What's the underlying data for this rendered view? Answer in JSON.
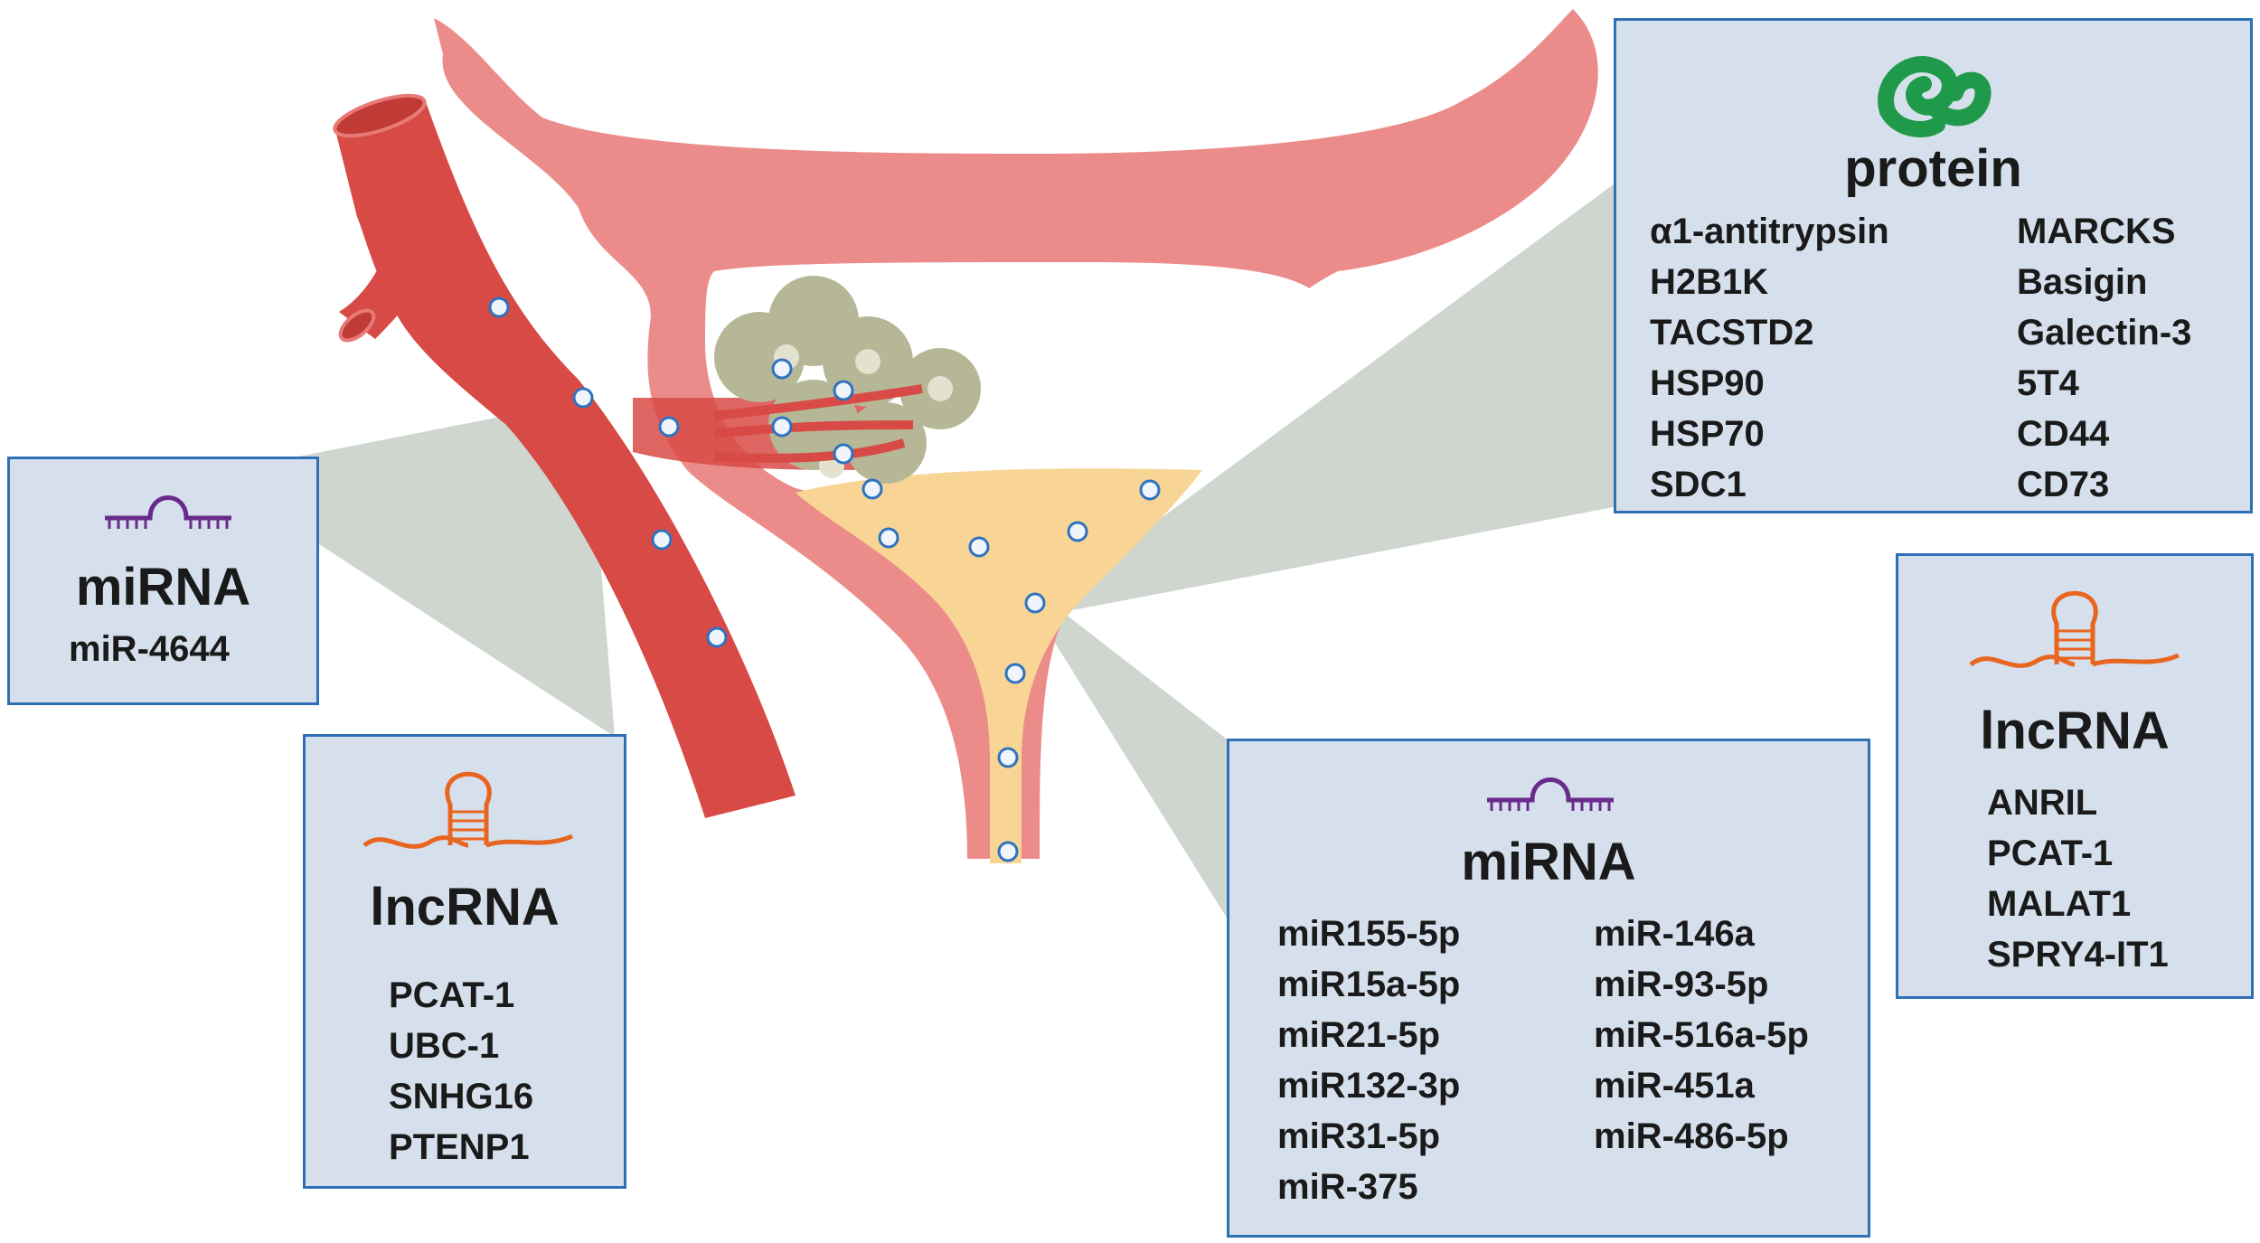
{
  "colors": {
    "vessel": "#d84a45",
    "vessel_dark": "#c03b36",
    "uterus": "#ec8c8a",
    "urine": "#f8d594",
    "tumor": "#b5b796",
    "projection": "#cfd6cf",
    "box_fill": "#d6e0ec",
    "box_border": "#2f6fb5",
    "vesicle_border": "#2f72c0",
    "protein_icon": "#1f9a4a",
    "mirna_icon": "#6a2a8c",
    "lncrna_icon": "#e8651f"
  },
  "panels": {
    "mirna_blood": {
      "icon": "mirna-hairpin-icon",
      "title": "miRNA",
      "items": [
        "miR-4644"
      ]
    },
    "lncrna_blood": {
      "icon": "lncrna-stemloop-icon",
      "title": "lncRNA",
      "items": [
        "PCAT-1",
        "UBC-1",
        "SNHG16",
        "PTENP1"
      ]
    },
    "protein_urine": {
      "icon": "protein-coil-icon",
      "title": "protein",
      "col1": [
        "α1-antitrypsin",
        "H2B1K",
        "TACSTD2",
        "HSP90",
        "HSP70",
        "SDC1"
      ],
      "col2": [
        "MARCKS",
        "Basigin",
        "Galectin-3",
        "5T4",
        "CD44",
        "CD73"
      ]
    },
    "lncrna_urine": {
      "icon": "lncrna-stemloop-icon",
      "title": "lncRNA",
      "items": [
        "ANRIL",
        "PCAT-1",
        "MALAT1",
        "SPRY4-IT1"
      ]
    },
    "mirna_urine": {
      "icon": "mirna-hairpin-icon",
      "title": "miRNA",
      "col1": [
        "miR155-5p",
        "miR15a-5p",
        "miR21-5p",
        "miR132-3p",
        "miR31-5p",
        "miR-375"
      ],
      "col2": [
        "miR-146a",
        "miR-93-5p",
        "miR-516a-5p",
        "miR-451a",
        "miR-486-5p"
      ]
    }
  }
}
